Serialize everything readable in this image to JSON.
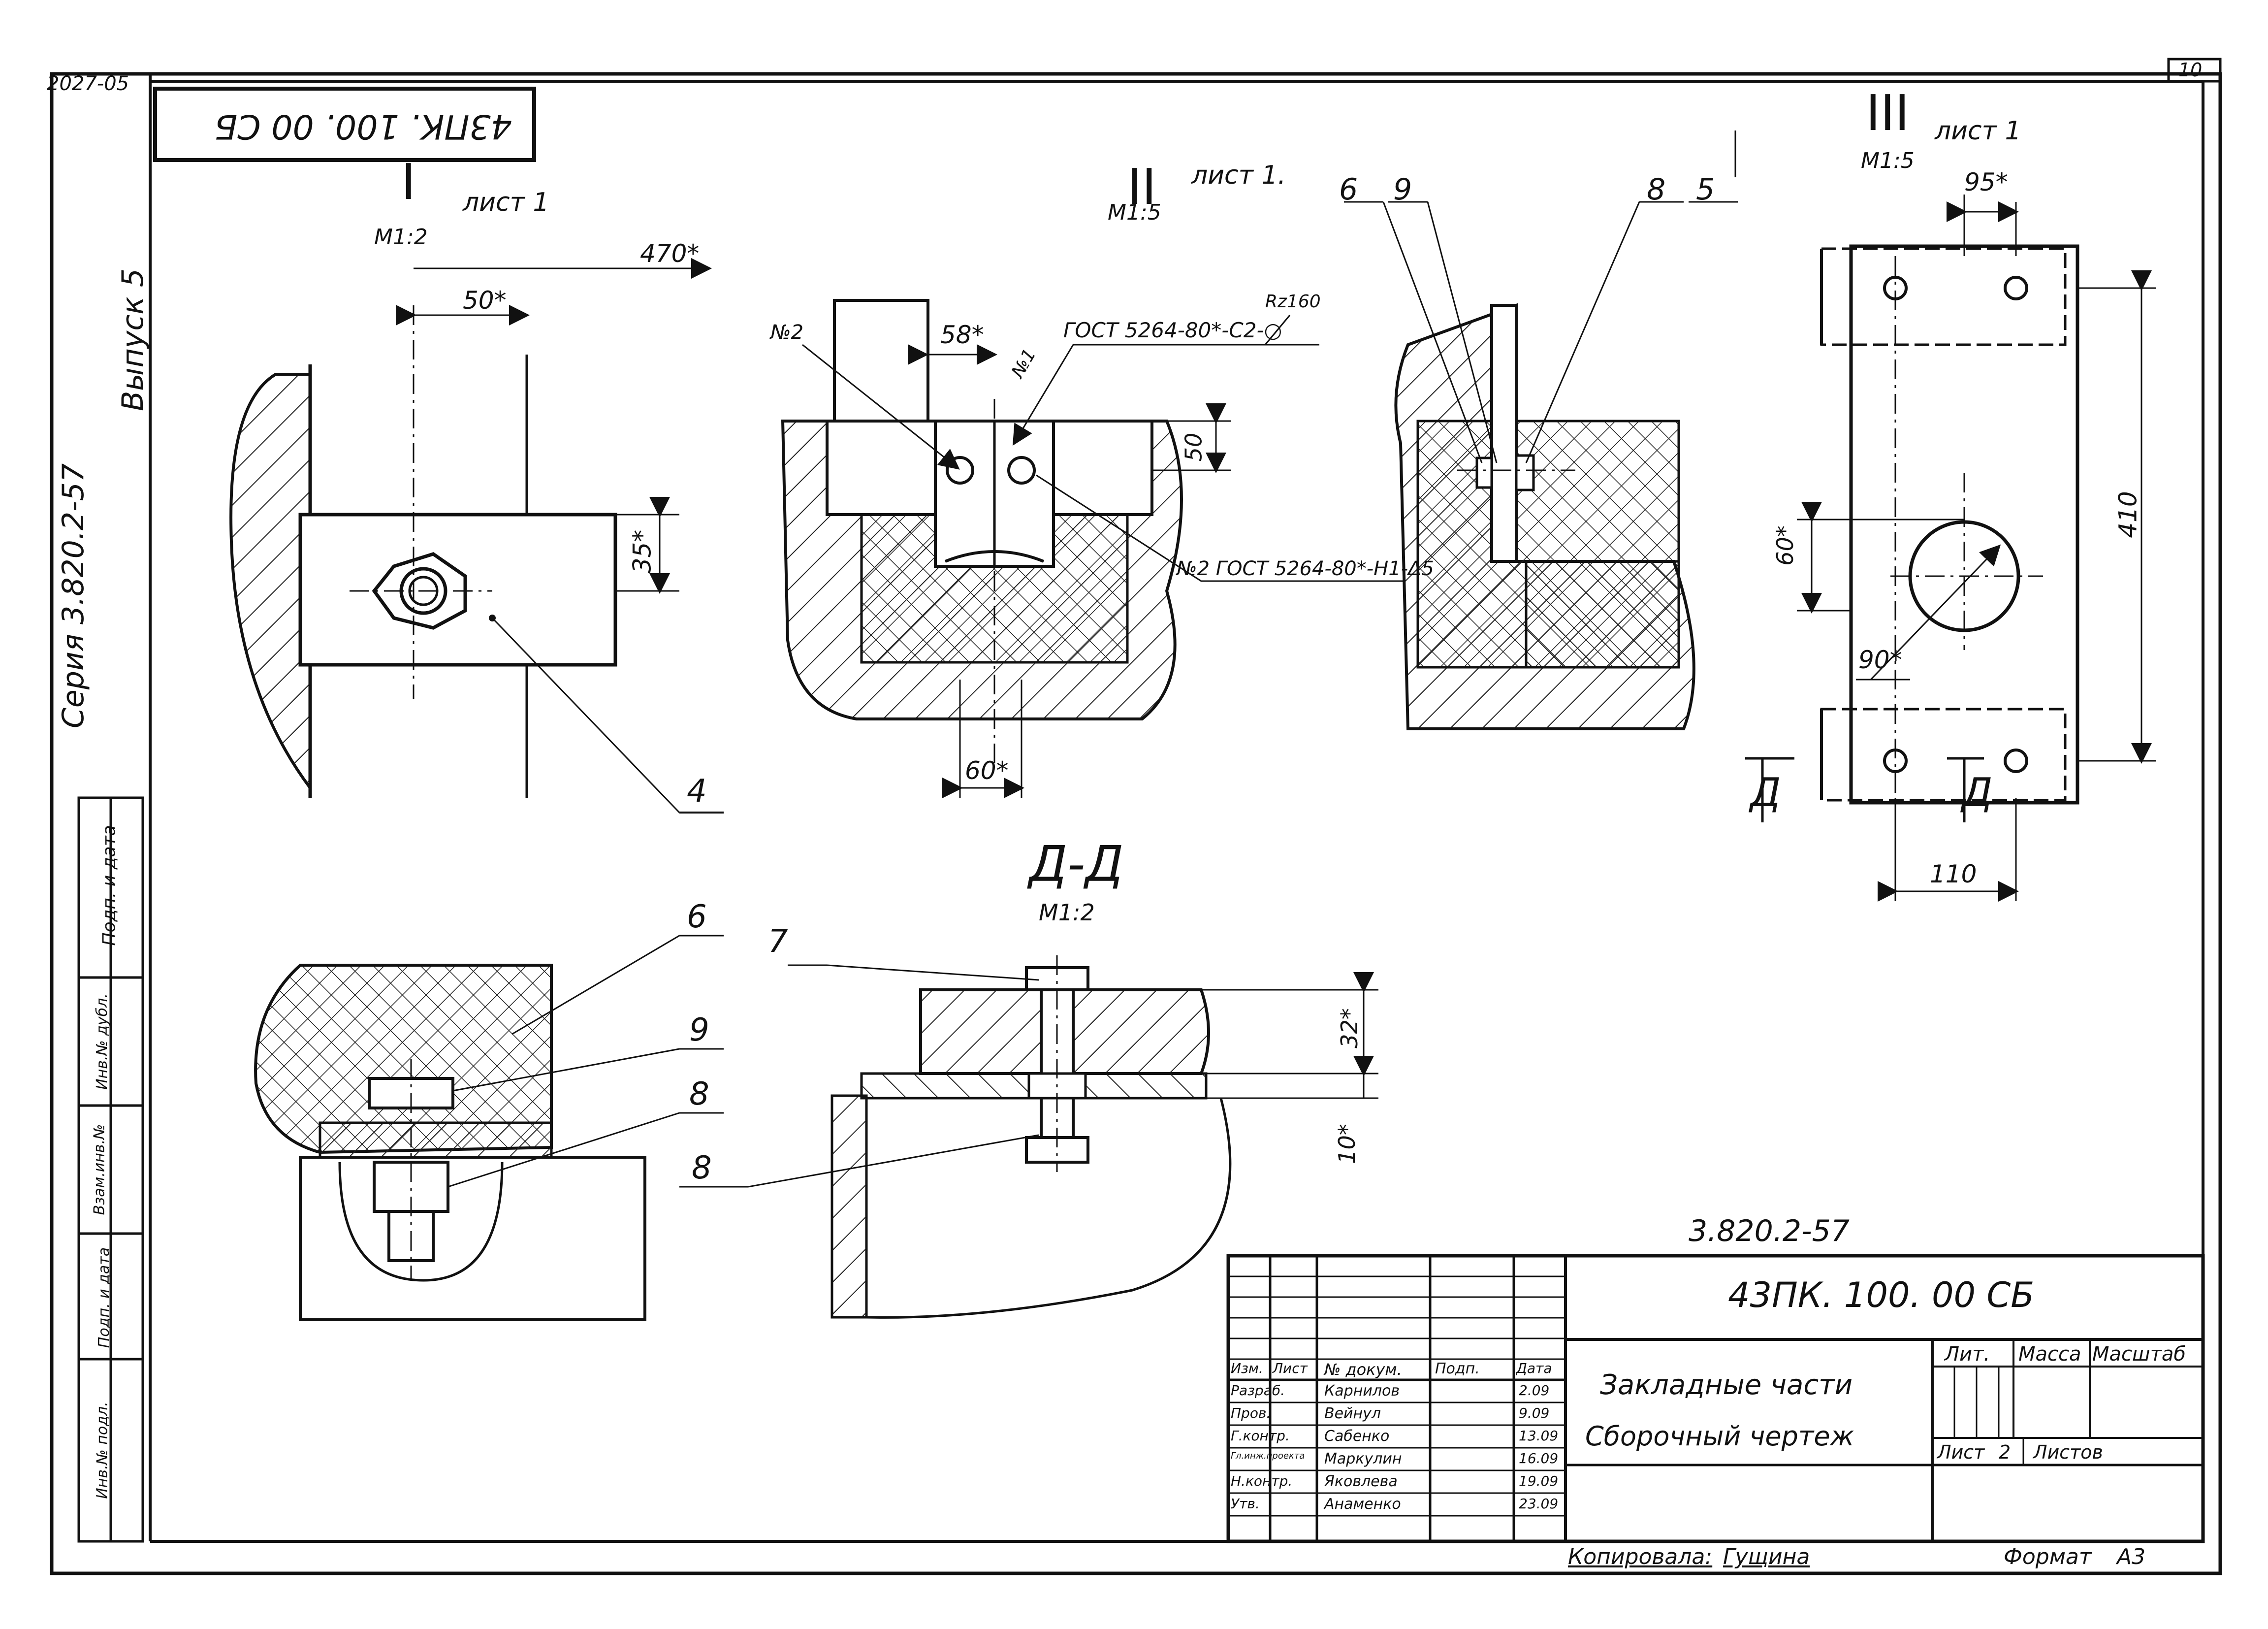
{
  "sheet": {
    "corner_code": "2027-05",
    "sheet_number": "10",
    "stamp_mirrored": "43ПК. 100. 00 СБ",
    "side_series": "Серия 3.820.2-57",
    "side_issue": "Выпуск 5",
    "side_columns": [
      "Подп. и дата",
      "Инв.№ дубл.",
      "Взам.инв.№",
      "Подп. и дата",
      "Инв.№ подл."
    ]
  },
  "views": {
    "view1": {
      "numeral": "I",
      "sheet_ref": "лист 1",
      "scale": "М1:2"
    },
    "view2": {
      "numeral": "II",
      "sheet_ref": "лист 1.",
      "scale": "М1:5"
    },
    "view3": {
      "numeral": "III",
      "sheet_ref": "лист 1",
      "scale": "М1:5"
    },
    "section": {
      "name": "Д-Д",
      "scale": "М1:2",
      "marker": "Д"
    }
  },
  "dimensions": {
    "d470": "470*",
    "d50": "50*",
    "d35": "35*",
    "d58": "58*",
    "d50b": "50",
    "d60": "60*",
    "d95": "95*",
    "d410": "410",
    "d60b": "60*",
    "d90": "90*",
    "d110": "110",
    "d32": "32*",
    "d10": "10*"
  },
  "callouts": {
    "p4": "4",
    "p6": "6",
    "p9": "9",
    "p8": "8",
    "p5": "5",
    "p6b": "6",
    "p7": "7",
    "p9b": "9",
    "p8b": "8",
    "p8c": "8"
  },
  "welds": {
    "w_n2": "№2",
    "w_n1": "№1",
    "gost1": "ГОСТ 5264-80*-С2-○",
    "rz": "Rz160",
    "gost2": "№2 ГОСТ 5264-80*-Н1-Δ5"
  },
  "title_block": {
    "series": "3.820.2-57",
    "designation": "43ПК. 100. 00 СБ",
    "name_line1": "Закладные части",
    "name_line2": "Сборочный чертеж",
    "col_lit": "Лит.",
    "col_mass": "Масса",
    "col_scale": "Масштаб",
    "sheet_label": "Лист",
    "sheet_value": "2",
    "sheets_label": "Листов",
    "header": [
      "Изм.",
      "Лист",
      "№ докум.",
      "Подп.",
      "Дата"
    ],
    "rows": [
      {
        "role": "Разраб.",
        "name": "Карнилов",
        "date": "2.09"
      },
      {
        "role": "Пров.",
        "name": "Вейнул",
        "date": "9.09"
      },
      {
        "role": "Г.контр.",
        "name": "Сабенко",
        "date": "13.09"
      },
      {
        "role": "Гл.инж.проекта",
        "name": "Маркулин",
        "date": "16.09"
      },
      {
        "role": "Н.контр.",
        "name": "Яковлева",
        "date": "19.09"
      },
      {
        "role": "Утв.",
        "name": "Анаменко",
        "date": "23.09"
      }
    ],
    "copied_label": "Копировала:",
    "copied_name": "Гущина",
    "format_label": "Формат",
    "format_value": "А3"
  }
}
